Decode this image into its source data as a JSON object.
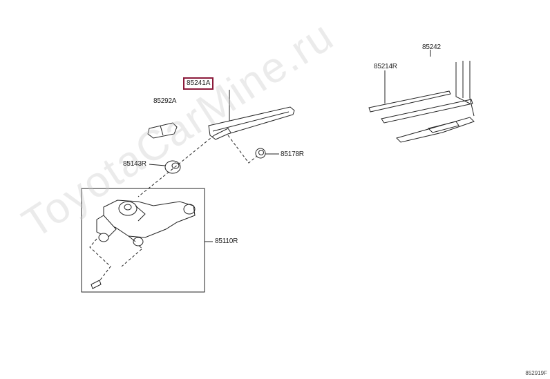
{
  "watermark": "ToyotaCarMine.ru",
  "figure_code": "852919F",
  "highlighted_part": "85241A",
  "labels": {
    "p85292A": "85292A",
    "p85143R": "85143R",
    "p85178R": "85178R",
    "p85110R": "85110R",
    "p85214R": "85214R",
    "p85242": "85242"
  },
  "colors": {
    "highlight": "#8b1a3a",
    "line": "#222222"
  }
}
